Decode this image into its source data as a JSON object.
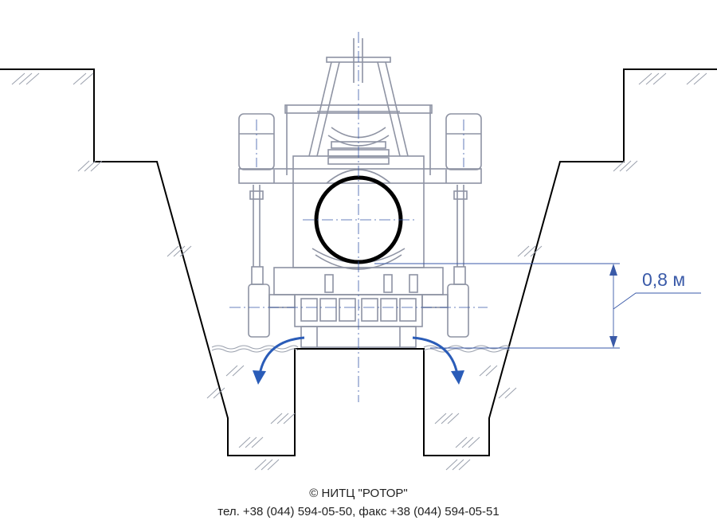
{
  "diagram": {
    "dimension": {
      "label": "0,8 м",
      "color": "#3a5aa8"
    },
    "colors": {
      "trench": "#000000",
      "machine": "#8e93a3",
      "pipe": "#000000",
      "arrows": "#2a5cb8",
      "centerlines": "#3a5aa8"
    }
  },
  "footer": {
    "copyright": "©  НИТЦ \"РОТОР\"",
    "contacts": "тел. +38 (044) 594-05-50, факс +38 (044) 594-05-51"
  }
}
